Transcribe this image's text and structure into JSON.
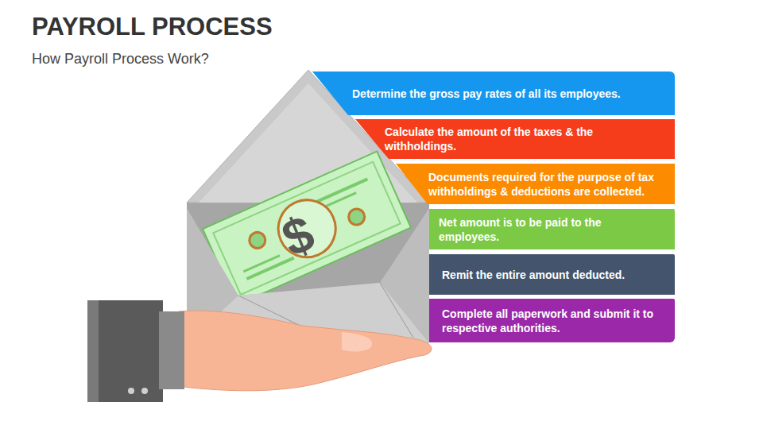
{
  "diagram": {
    "title": "PAYROLL PROCESS",
    "nodes": [
      {
        "text": [
          "Determine the gross pay rates of all its employees."
        ]
      },
      {
        "text": [
          "Calculate the amount of the taxes & the withholdings."
        ]
      },
      {
        "text": [
          "Documents required for the purpose of tax withholdings & deductions are collected."
        ]
      },
      {
        "text": [
          "Net amount is to be paid to the employees."
        ]
      },
      {
        "text": [
          "Remit the entire amount deducted."
        ]
      },
      {
        "text": [
          "Complete all paperwork and submit it to respective authorities."
        ]
      }
    ],
    "labels": [
      "How Payroll Process Work?",
      "$"
    ]
  }
}
